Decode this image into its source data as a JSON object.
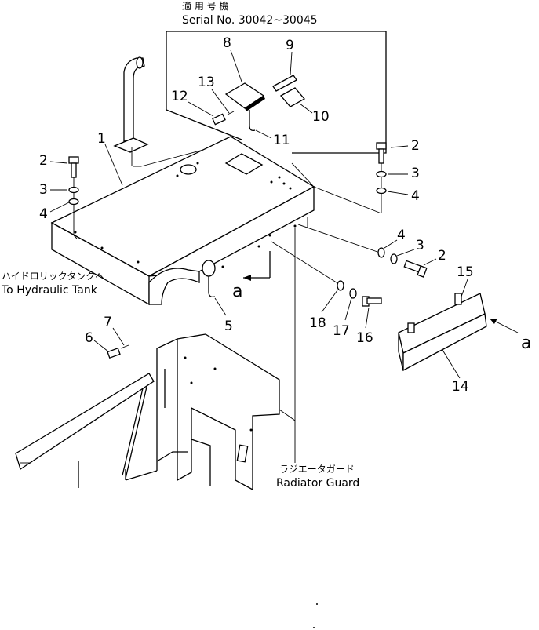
{
  "header": {
    "applicable_jp": "適 用 号 機",
    "serial": "Serial No. 30042~30045"
  },
  "callouts": {
    "hydraulic_tank_jp": "ハイドロリックタンクへ",
    "hydraulic_tank_en": "To Hydraulic Tank",
    "radiator_guard_jp": "ラジエータガード",
    "radiator_guard_en": "Radiator Guard",
    "view_a_left": "a",
    "view_a_right": "a"
  },
  "part_numbers": {
    "p1": "1",
    "p2_left": "2",
    "p3_left": "3",
    "p4_left": "4",
    "p2_top_right": "2",
    "p3_top_right": "3",
    "p4_top_right": "4",
    "p4_mid": "4",
    "p3_mid": "3",
    "p2_mid": "2",
    "p5": "5",
    "p6": "6",
    "p7": "7",
    "p8": "8",
    "p9": "9",
    "p10": "10",
    "p11": "11",
    "p12": "12",
    "p13": "13",
    "p14": "14",
    "p15": "15",
    "p16": "16",
    "p17": "17",
    "p18": "18"
  }
}
